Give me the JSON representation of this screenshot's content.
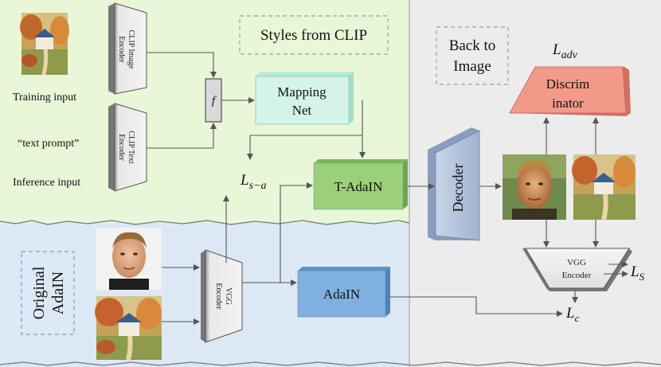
{
  "regions": {
    "clip_label": "Styles from CLIP",
    "original_label_line1": "Original",
    "original_label_line2": "AdaIN",
    "back_label_line1": "Back to",
    "back_label_line2": "Image"
  },
  "inputs": {
    "training": "Training input",
    "text_prompt": "“text prompt”",
    "inference": "Inference input"
  },
  "encoders": {
    "clip_image_line1": "CLIP Image",
    "clip_image_line2": "Encoder",
    "clip_text_line1": "CLIP Text",
    "clip_text_line2": "Encoder",
    "vgg_line1": "VGG",
    "vgg_line2": "Encoder",
    "vgg_right_line1": "VGG",
    "vgg_right_line2": "Encoder"
  },
  "nodes": {
    "f": "f",
    "mapping_line1": "Mapping",
    "mapping_line2": "Net",
    "tadain": "T-AdaIN",
    "adain": "AdaIN",
    "decoder": "Decoder",
    "discrim_line1": "Discrim",
    "discrim_line2": "inator"
  },
  "losses": {
    "l_sa": "L",
    "l_sa_sub": "s−a",
    "l_adv": "L",
    "l_adv_sub": "adv",
    "l_s": "L",
    "l_s_sub": "S",
    "l_c": "L",
    "l_c_sub": "c"
  },
  "colors": {
    "clip_region": "#e9f6d8",
    "original_region": "#dde8f5",
    "back_region": "#ececec",
    "mapping_fill": "#d3f4e6",
    "tadain_fill": "#9ccf7a",
    "adain_fill": "#7fb0e0",
    "discrim_fill": "#f29a8a",
    "decoder_fill": "#b7c6df"
  }
}
